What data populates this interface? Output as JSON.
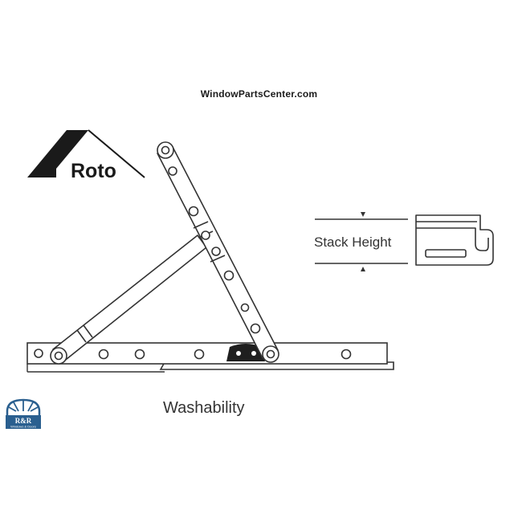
{
  "header": {
    "site": "WindowPartsCenter.com"
  },
  "brand": {
    "name": "Roto",
    "color": "#1a1a1a"
  },
  "diagram": {
    "stack_height_label": "Stack Height",
    "caption": "Washability"
  },
  "logo": {
    "monogram": "R&R",
    "tagline": "Windows & Doors",
    "color": "#2a5f8f"
  }
}
